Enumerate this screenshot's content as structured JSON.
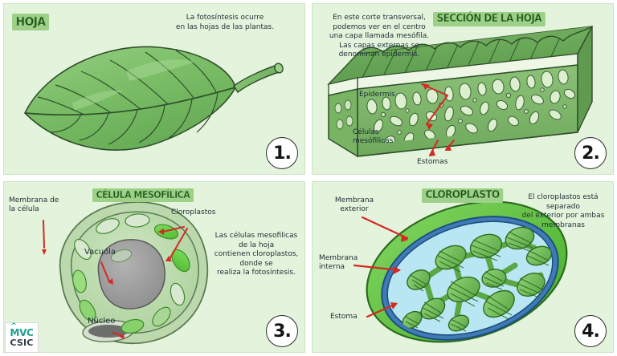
{
  "document": {
    "title": "La fotosíntesis — infografía en 4 pasos",
    "language": "es",
    "background_color": "#e4f4dc",
    "accent_arrow_color": "#d42a24",
    "banner_text_color": "#1e4d1c",
    "banner_fill_color": "#9fd08a"
  },
  "panels": [
    {
      "number": "1.",
      "banner": "HOJA",
      "paragraph": "La fotosíntesis ocurre\nen las hojas de las plantas.",
      "labels": [],
      "illustration": "leaf-with-veins-and-stem"
    },
    {
      "number": "2.",
      "banner": "SECCIÓN DE LA HOJA",
      "paragraph": "En este corte transversal,\npodemos ver en el centro\nuna capa llamada mesófila.\nLas capas externas se\ndenominan epidermis.",
      "labels": [
        {
          "text": "Epidermis"
        },
        {
          "text": "Células\nmesófilicas"
        },
        {
          "text": "Estomas"
        }
      ],
      "illustration": "leaf-cross-section-block"
    },
    {
      "number": "3.",
      "banner": "CÉLULA MESOFÍLICA",
      "paragraph": "Las células mesofilicas\nde la hoja\ncontienen cloroplastos,\ndonde se\nrealiza la fotosíntesis.",
      "labels": [
        {
          "text": "Membrana de\nla célula"
        },
        {
          "text": "Cloroplastos"
        },
        {
          "text": "Vacuóla"
        },
        {
          "text": "Núcleo"
        }
      ],
      "illustration": "mesophyll-cell"
    },
    {
      "number": "4.",
      "banner": "CLOROPLASTO",
      "paragraph": "El cloroplastos está\nseparado\ndel exterior por ambas\nmembranas",
      "labels": [
        {
          "text": "Membrana\nexterior"
        },
        {
          "text": "Membrana\ninterna"
        },
        {
          "text": "Estoma"
        }
      ],
      "illustration": "chloroplast-with-grana"
    }
  ],
  "logo": {
    "line1": "MVC",
    "line2": "CSIC"
  }
}
